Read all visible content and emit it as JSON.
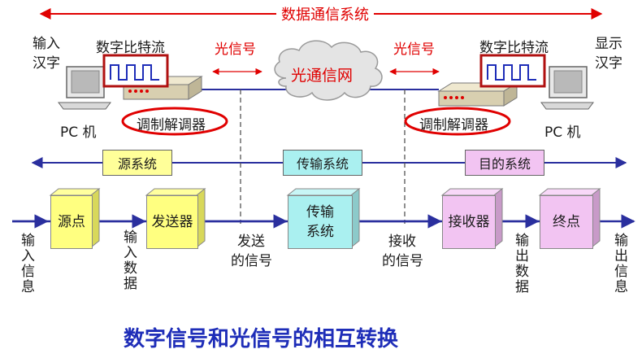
{
  "top": {
    "title": "数据通信系统"
  },
  "left_side": {
    "input_chars": "输入\n汉字",
    "bitstream_label": "数字比特流",
    "pc_label": "PC 机",
    "modem_label": "调制解调器"
  },
  "right_side": {
    "display_chars": "显示\n汉字",
    "bitstream_label": "数字比特流",
    "pc_label": "PC 机",
    "modem_label": "调制解调器"
  },
  "middle": {
    "optical_left": "光信号",
    "optical_right": "光信号",
    "network": "光通信网"
  },
  "systems": {
    "source": "源系统",
    "transmission": "传输系统",
    "destination": "目的系统"
  },
  "blocks": {
    "source_point": "源点",
    "transmitter": "发送器",
    "transmission_line1": "传输",
    "transmission_line2": "系统",
    "receiver": "接收器",
    "sink_point": "终点"
  },
  "flow_labels": {
    "input_info": "输入信息",
    "input_data": "输入数据",
    "sent_signal_line1": "发送",
    "sent_signal_line2": "的信号",
    "received_signal_line1": "接收",
    "received_signal_line2": "的信号",
    "output_data": "输出数据",
    "output_info": "输出信息"
  },
  "caption": "数字信号和光信号的相互转换",
  "colors": {
    "accent_red": "#e00000",
    "line_blue": "#2a2f9e",
    "block_yellow": "#ffff80",
    "block_cyan": "#aaf0f0",
    "block_pink": "#f2c4f2"
  }
}
